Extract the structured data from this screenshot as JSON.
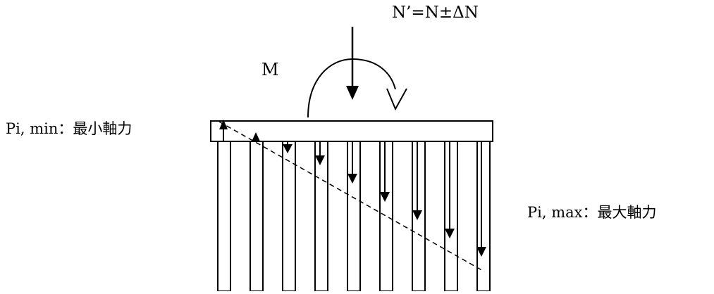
{
  "labels": {
    "axial_load": "N’=N±ΔN",
    "moment": "M",
    "min_axial_force": "Pi, min：最小軸力",
    "max_axial_force": "Pi, max：最大軸力"
  },
  "colors": {
    "stroke": "#000000",
    "background": "#ffffff"
  },
  "icons": {
    "moment_arrow": "curved-arrow-icon",
    "load_arrow": "down-arrow-icon",
    "pile_force_arrows": "vertical-arrow-icon"
  }
}
